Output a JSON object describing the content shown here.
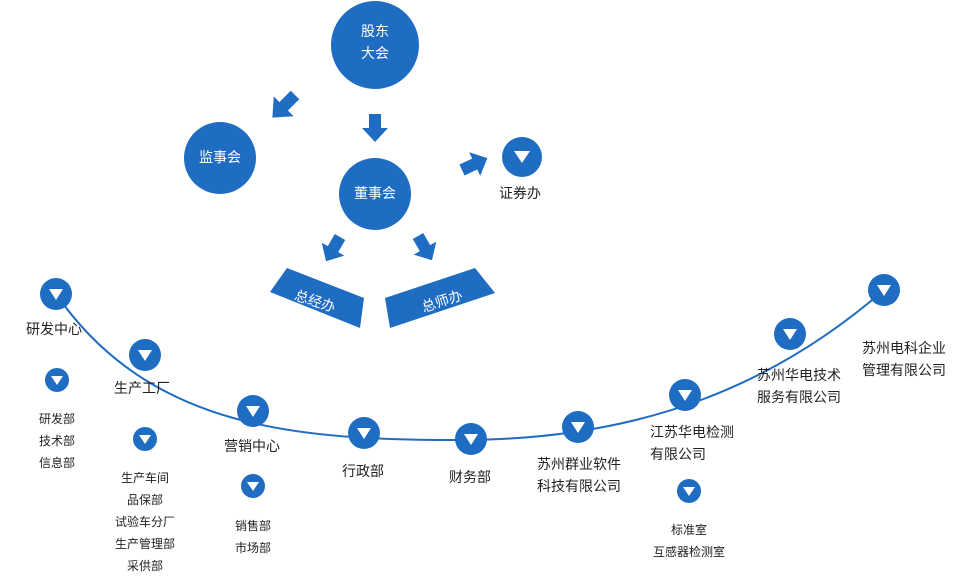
{
  "colors": {
    "primary": "#1f6cc3",
    "curve": "#1f6cc3",
    "text": "#222222",
    "on_primary": "#ffffff"
  },
  "top": {
    "shareholders_line1": "股东",
    "shareholders_line2": "大会",
    "supervisors": "监事会",
    "board": "董事会",
    "securities": "证券办",
    "general_manager": "总经办",
    "chief_engineer": "总师办"
  },
  "departments": {
    "rd": {
      "name": "研发中心",
      "subs": [
        "研发部",
        "技术部",
        "信息部"
      ]
    },
    "production": {
      "name": "生产工厂",
      "subs": [
        "生产车间",
        "品保部",
        "试验车分厂",
        "生产管理部",
        "采供部"
      ]
    },
    "marketing": {
      "name": "营销中心",
      "subs": [
        "销售部",
        "市场部"
      ]
    },
    "admin": {
      "name": "行政部"
    },
    "finance": {
      "name": "财务部"
    },
    "qunye": {
      "line1": "苏州群业软件",
      "line2": "科技有限公司"
    },
    "jiangsu": {
      "line1": "江苏华电检测",
      "line2": "有限公司",
      "subs": [
        "标准室",
        "互感器检测室"
      ]
    },
    "huadian_service": {
      "line1": "苏州华电技术",
      "line2": "服务有限公司"
    },
    "dianke": {
      "line1": "苏州电科企业",
      "line2": "管理有限公司"
    }
  }
}
